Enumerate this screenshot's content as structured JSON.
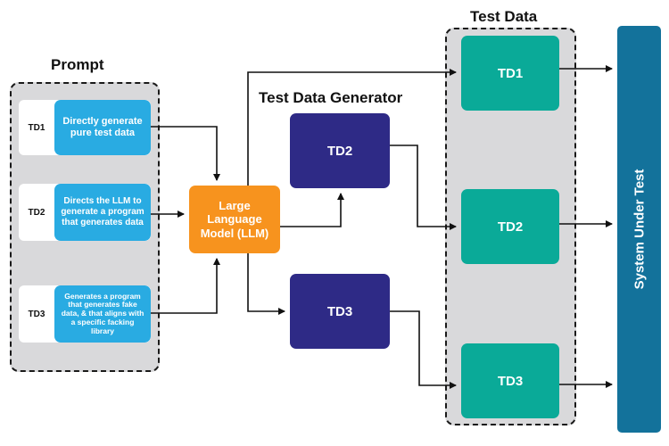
{
  "prompt": {
    "title": "Prompt",
    "items": [
      {
        "tag": "TD1",
        "text": "Directly generate pure test data"
      },
      {
        "tag": "TD2",
        "text": "Directs the LLM to generate a program that generates data"
      },
      {
        "tag": "TD3",
        "text": "Generates a program that generates fake data, & that aligns with a specific facking library"
      }
    ]
  },
  "llm": {
    "label": "Large Language Model (LLM)"
  },
  "generator": {
    "title": "Test Data Generator",
    "items": [
      "TD2",
      "TD3"
    ]
  },
  "test_data": {
    "title": "Test Data",
    "items": [
      "TD1",
      "TD2",
      "TD3"
    ]
  },
  "system_under_test": {
    "label": "System Under Test"
  },
  "colors": {
    "prompt_desc": "#29abe2",
    "llm": "#f7931e",
    "generator": "#2e2a86",
    "test_data": "#0aaa98",
    "system_under_test": "#13729b",
    "group_background": "#d9d9db"
  }
}
